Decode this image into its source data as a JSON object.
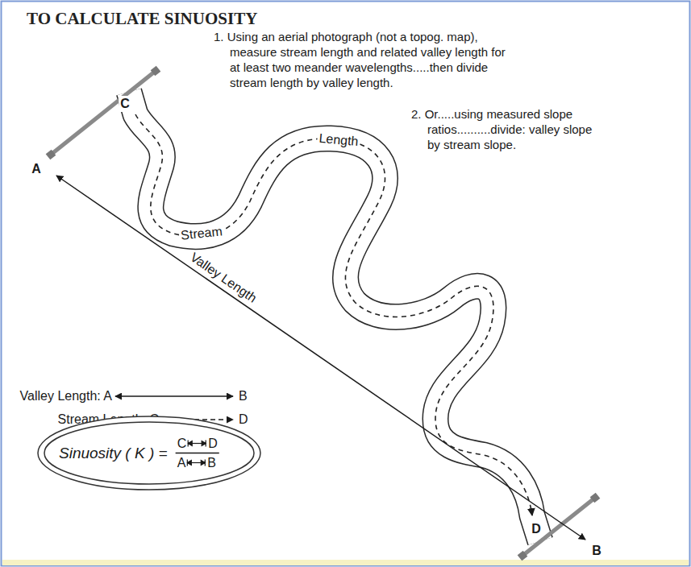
{
  "diagram": {
    "title": "TO CALCULATE SINUOSITY",
    "nodes": [
      {
        "text": [
          "Sinuosity ( K ) =",
          "C",
          "D",
          "A",
          "B"
        ]
      }
    ],
    "labels": [
      "1. Using an aerial photograph (not a topog. map), measure stream length and related valley length for at least two meander wavelengths.....then divide stream length by valley length.",
      "C",
      "A",
      "Stream",
      "Length",
      "2. Or.....using measured slope ratios..........divide: valley slope by stream slope.",
      "Valley Length",
      "Valley Length: A",
      "B",
      "Stream Length: C",
      "D",
      "D",
      "B"
    ]
  }
}
